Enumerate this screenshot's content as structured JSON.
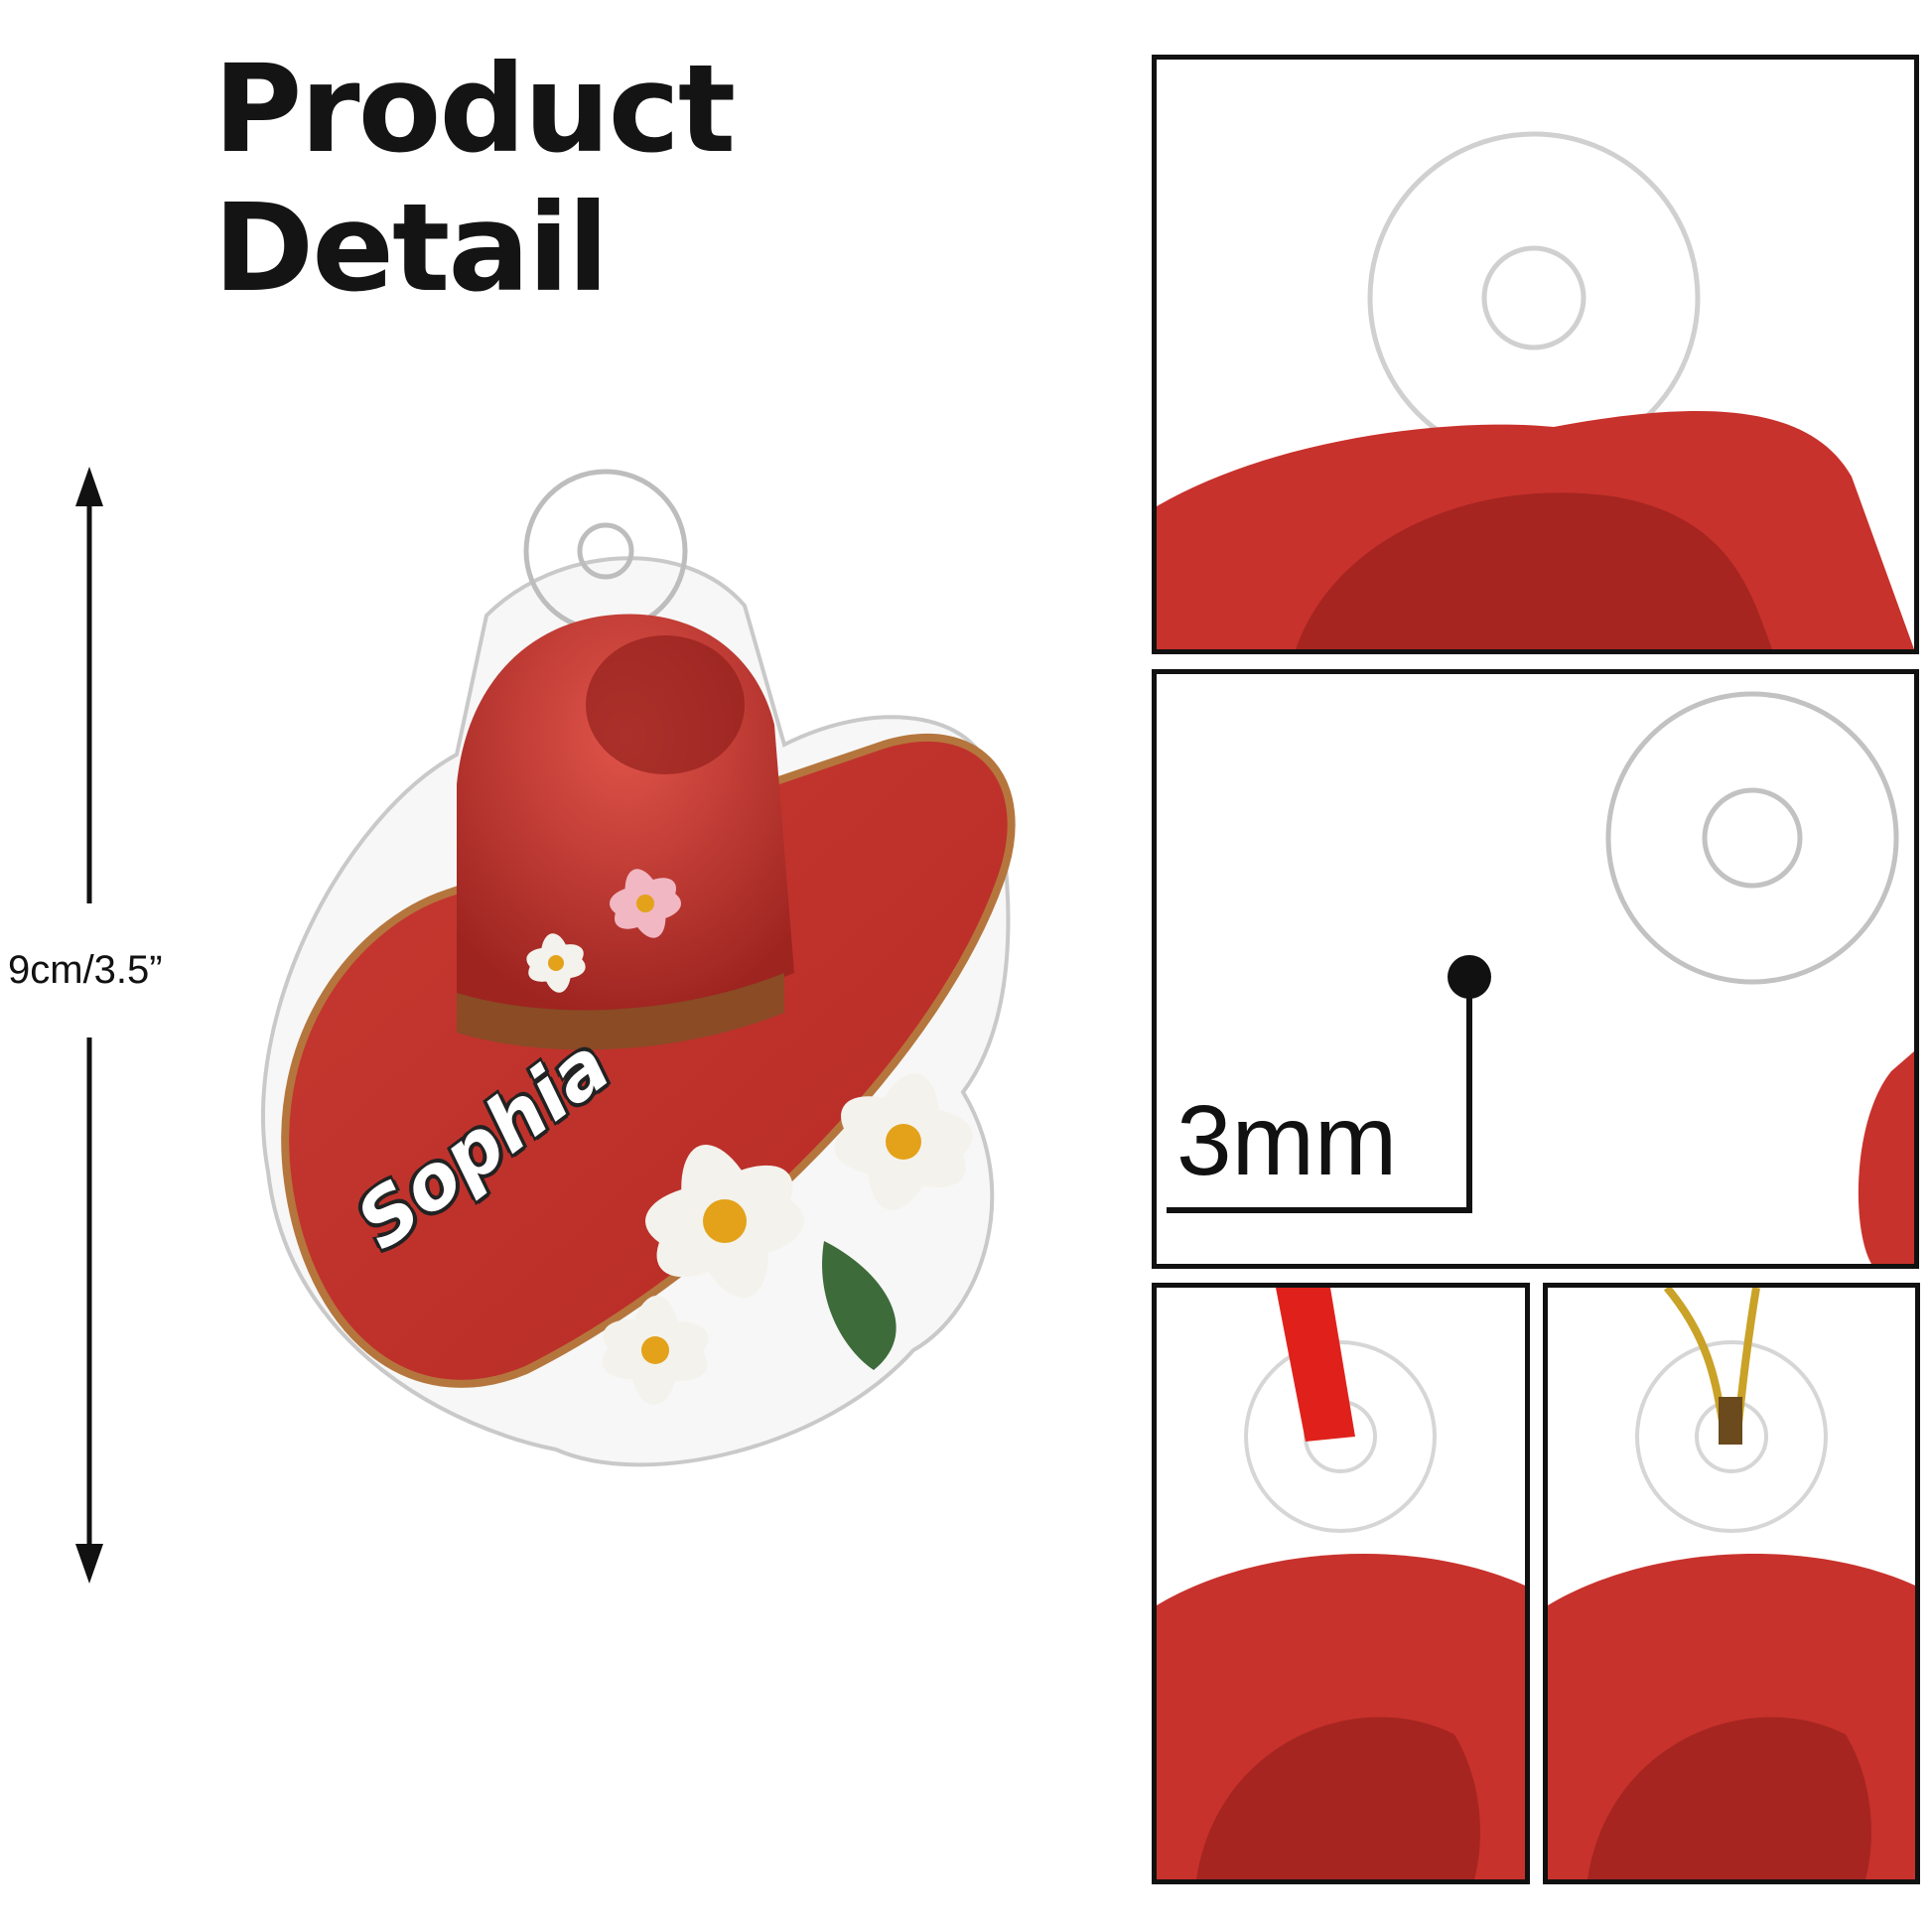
{
  "header": {
    "title": "Product Detail"
  },
  "dimension": {
    "height_label": "9cm/3.5”"
  },
  "product": {
    "name_text": "Sophia"
  },
  "detail_panels": {
    "thickness_label": "3mm"
  },
  "colors": {
    "hat_red": "#c8322c",
    "hat_dark": "#8f1d1a",
    "brim_trim": "#b5763d",
    "flower_white": "#f4f2ec",
    "flower_center": "#e3a21a",
    "leaf_green": "#3d6b3a",
    "ribbon_red": "#e0211b",
    "cord_gold": "#c9a227"
  }
}
